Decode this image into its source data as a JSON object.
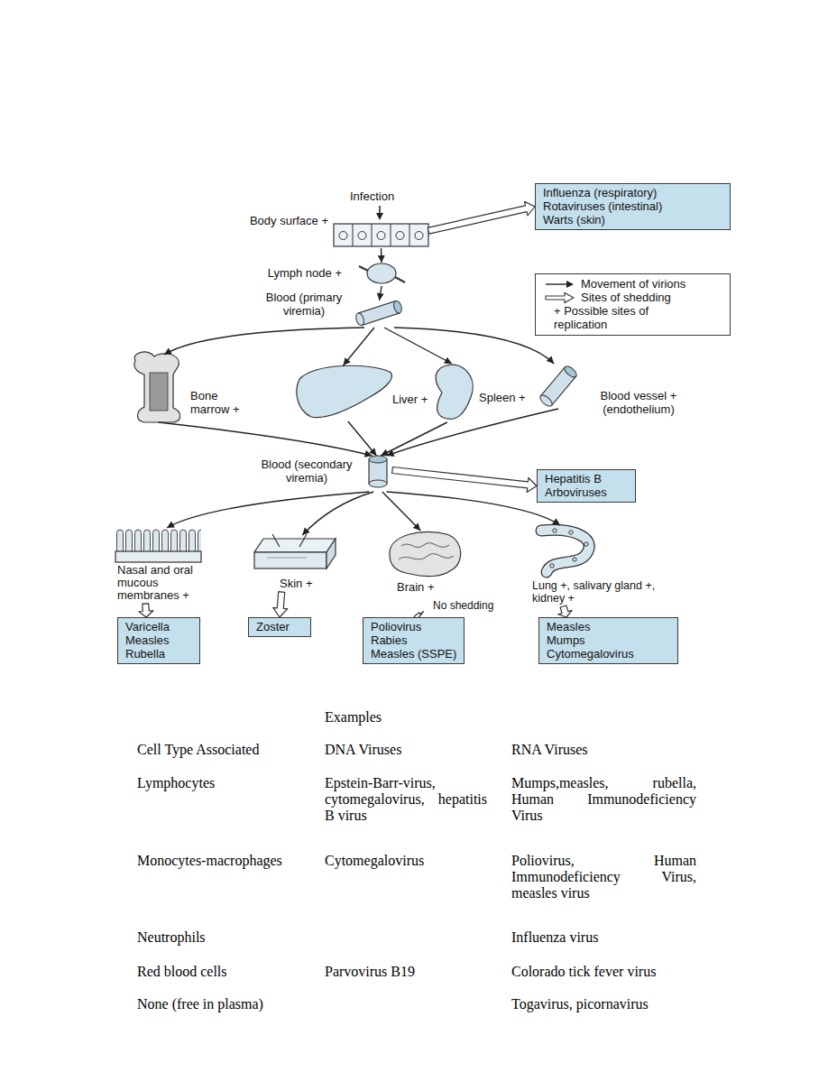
{
  "diagram": {
    "nodes": [
      {
        "text": [
          "Body surface +"
        ]
      },
      {
        "text": [
          "Influenza (respiratory)",
          "Rotaviruses (intestinal)",
          "Warts (skin)"
        ]
      },
      {
        "text": [
          "Lymph node +"
        ]
      },
      {
        "text": [
          "Blood (primary viremia)"
        ]
      },
      {
        "text": [
          "Bone marrow +"
        ]
      },
      {
        "text": [
          "Liver +"
        ]
      },
      {
        "text": [
          "Spleen +"
        ]
      },
      {
        "text": [
          "Blood vessel + (endothelium)"
        ]
      },
      {
        "text": [
          "Blood (secondary viremia)"
        ]
      },
      {
        "text": [
          "Hepatitis B",
          "Arboviruses"
        ]
      },
      {
        "text": [
          "Nasal and oral mucous membranes +"
        ]
      },
      {
        "text": [
          "Skin +"
        ]
      },
      {
        "text": [
          "Brain +",
          "No shedding"
        ]
      },
      {
        "text": [
          "Lung +, salivary gland +, kidney +"
        ]
      },
      {
        "text": [
          "Varicella",
          "Measles",
          "Rubella"
        ]
      },
      {
        "text": [
          "Zoster"
        ]
      },
      {
        "text": [
          "Poliovirus",
          "Rabies",
          "Measles (SSPE)"
        ]
      },
      {
        "text": [
          "Measles",
          "Mumps",
          "Cytomegalovirus"
        ]
      }
    ],
    "edges": [
      {
        "from": 0,
        "to": 2,
        "arrow": "to"
      },
      {
        "from": 2,
        "to": 3,
        "arrow": "to"
      },
      {
        "from": 3,
        "to": 4,
        "arrow": "to"
      },
      {
        "from": 3,
        "to": 5,
        "arrow": "to"
      },
      {
        "from": 3,
        "to": 6,
        "arrow": "to"
      },
      {
        "from": 3,
        "to": 7,
        "arrow": "to"
      },
      {
        "from": 4,
        "to": 8,
        "arrow": "to"
      },
      {
        "from": 5,
        "to": 8,
        "arrow": "to"
      },
      {
        "from": 6,
        "to": 8,
        "arrow": "to"
      },
      {
        "from": 7,
        "to": 8,
        "arrow": "to"
      },
      {
        "from": 8,
        "to": 10,
        "arrow": "to"
      },
      {
        "from": 8,
        "to": 11,
        "arrow": "to"
      },
      {
        "from": 8,
        "to": 12,
        "arrow": "to"
      },
      {
        "from": 8,
        "to": 13,
        "arrow": "to"
      },
      {
        "from": 0,
        "to": 1,
        "arrow": "to"
      },
      {
        "from": 8,
        "to": 9,
        "arrow": "to"
      },
      {
        "from": 10,
        "to": 14,
        "arrow": "to"
      },
      {
        "from": 11,
        "to": 15,
        "arrow": "to"
      },
      {
        "from": 12,
        "to": 16,
        "arrow": "to"
      },
      {
        "from": 13,
        "to": 17,
        "arrow": "to"
      }
    ],
    "labels": [
      "Infection",
      "Examples",
      "Cell Type Associated",
      "DNA Viruses",
      "RNA Viruses",
      "Lymphocytes",
      "Epstein-Barr-virus, cytomegalovirus, hepatitis B virus",
      "Mumps,measles, rubella, Human Immunodeficiency Virus",
      "Monocytes-macrophages",
      "Cytomegalovirus",
      "Poliovirus, Human Immunodeficiency Virus, measles virus",
      "Neutrophils",
      "Influenza virus",
      "Red blood cells",
      "Parvovirus B19",
      "Colorado tick fever virus",
      "None (free in plasma)",
      "Togavirus, picornavirus"
    ],
    "legend": [
      {
        "text": "Movement of virions"
      },
      {
        "text": "Sites of shedding"
      },
      {
        "text": "+ Possible sites of replication"
      }
    ]
  }
}
